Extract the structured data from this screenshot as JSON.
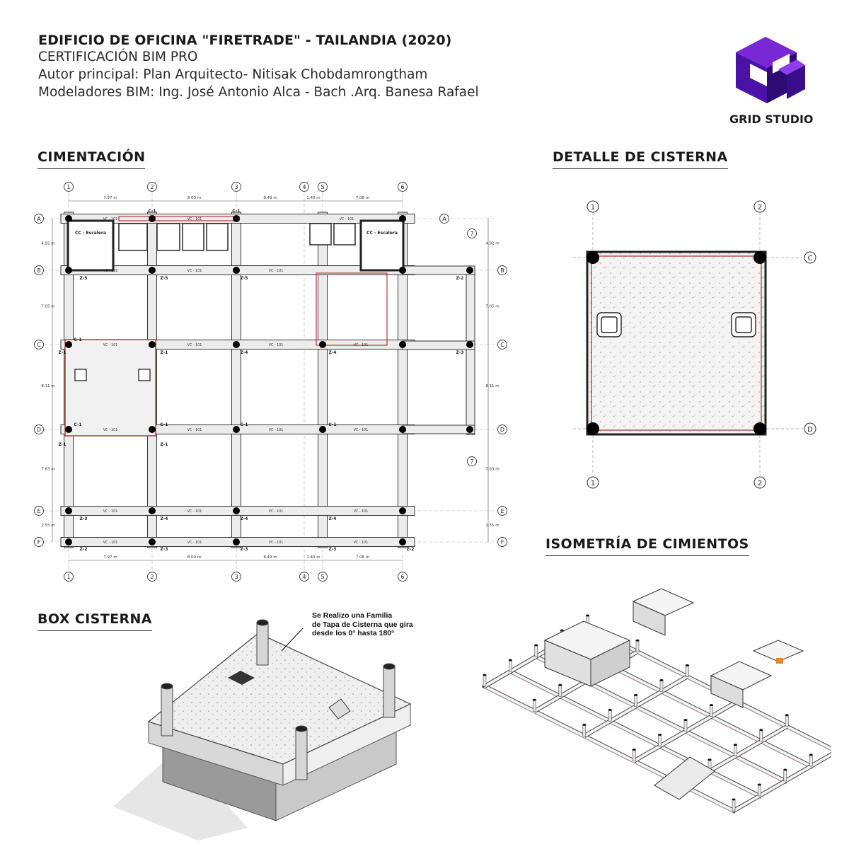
{
  "header": {
    "title": "EDIFICIO DE OFICINA \"FIRETRADE\" - TAILANDIA (2020)",
    "line1": "CERTIFICACIÓN BIM PRO",
    "line2": "Autor principal: Plan Arquitecto- Nitisak Chobdamrongtham",
    "line3": "Modeladores BIM: Ing. José Antonio Alca - Bach .Arq. Banesa Rafael"
  },
  "logo": {
    "text": "GRID STUDIO",
    "colors": [
      "#7a28d6",
      "#4a12a6",
      "#2e0a73"
    ]
  },
  "sections": {
    "cimentacion": "CIMENTACIÓN",
    "detalle": "DETALLE DE CISTERNA",
    "isometria": "ISOMETRÍA DE CIMIENTOS",
    "box": "BOX CISTERNA"
  },
  "box_note": [
    "Se Realizo una Familia",
    "de Tapa de Cisterna que gira",
    "desde los 0° hasta 180°"
  ],
  "plan": {
    "col_grids": [
      "1",
      "2",
      "3",
      "4",
      "5",
      "6"
    ],
    "row_grids": [
      "A",
      "B",
      "C",
      "D",
      "E",
      "F"
    ],
    "extra_grid": "7",
    "top_dims": [
      "7.97 m",
      "8.00 m",
      "8.49 m",
      "1.40 m",
      "7.08 m"
    ],
    "left_dims": [
      "4.92 m",
      "7.05 m",
      "8.11 m",
      "7.63 m",
      "2.55 m"
    ],
    "right_dims": [
      "4.92 m",
      "7.05 m",
      "8.11 m",
      "7.63 m",
      "2.55 m"
    ],
    "room_labels": [
      "CC - Escalera",
      "CC - Escalera"
    ],
    "beam_label": "VC - 101",
    "zapatas": [
      "Z-1",
      "Z-2",
      "Z-3",
      "Z-4",
      "Z-5"
    ],
    "columna": "C-1"
  },
  "detalle_grids": {
    "cols": [
      "1",
      "2"
    ],
    "rows": [
      "C",
      "D"
    ]
  },
  "colors": {
    "wall_accent": "#b03a3a",
    "logo_purple": "#5b1bb8",
    "ink": "#1a1a1a"
  }
}
